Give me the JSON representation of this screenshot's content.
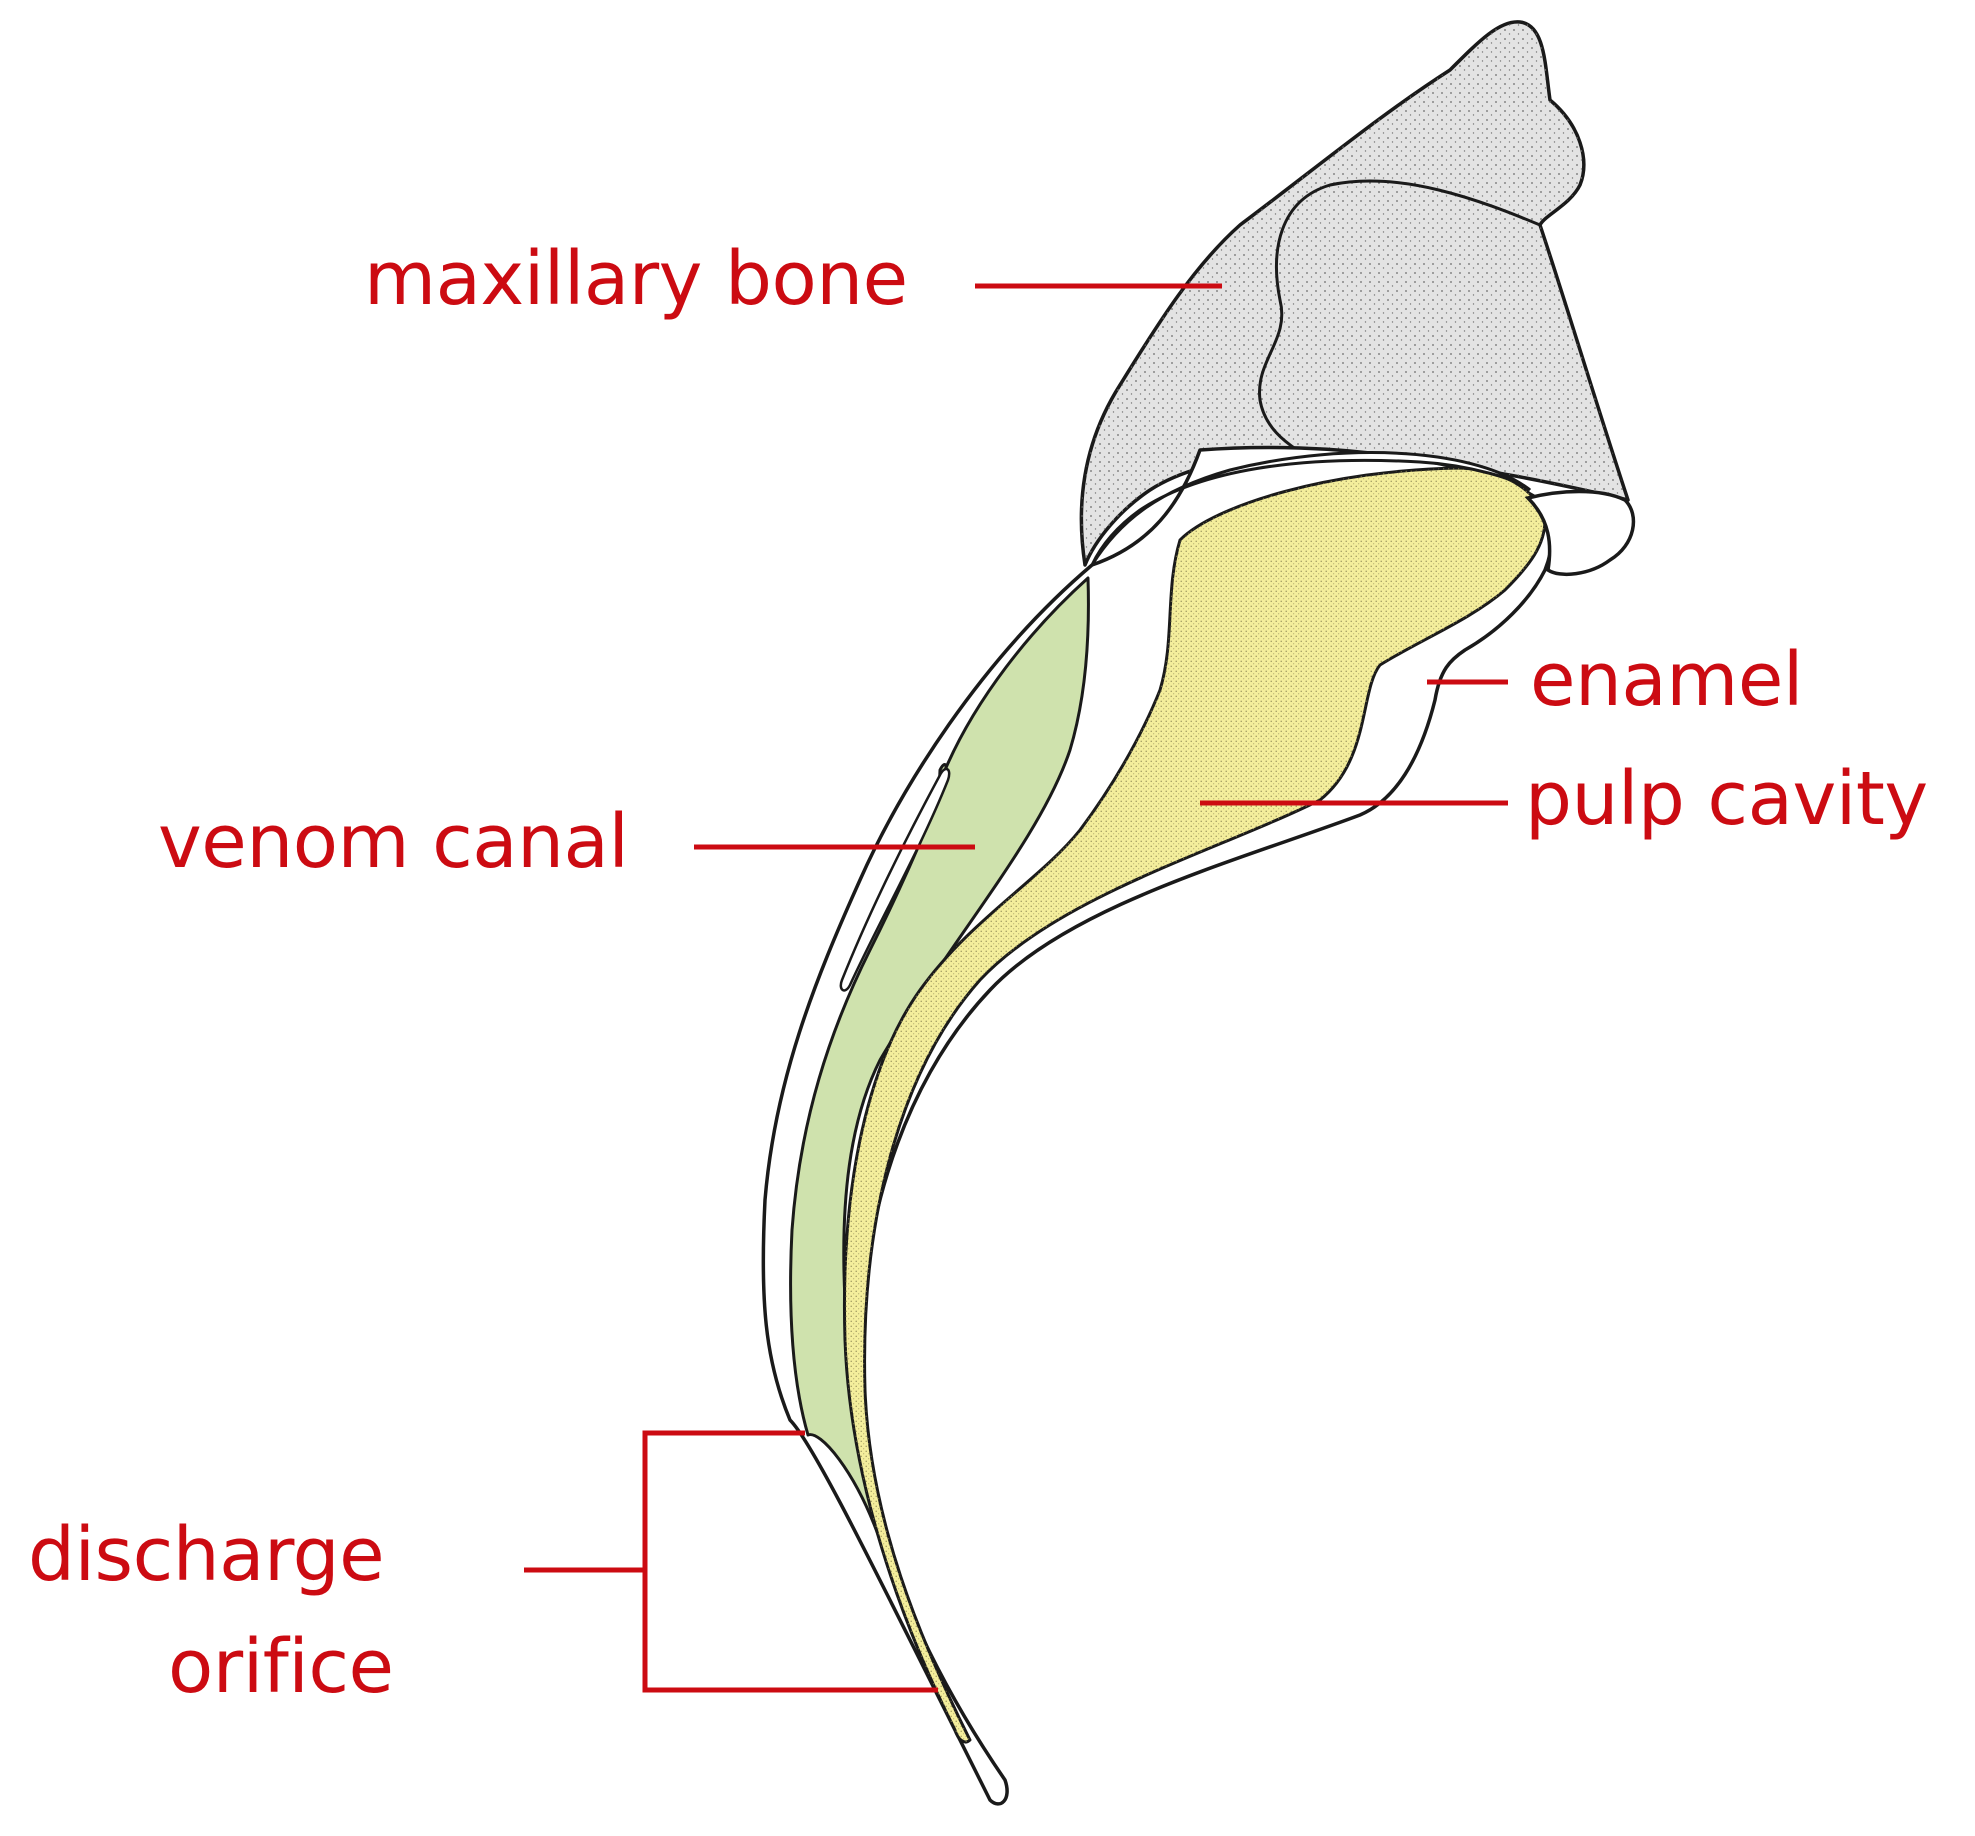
{
  "colors": {
    "label": "#cc0b12",
    "outline": "#1a1a1a",
    "bone_fill": "#e3e3e3",
    "pulp_fill": "#f4ee9c",
    "canal_fill": "#cfe2ad",
    "enamel_fill": "#ffffff"
  },
  "labels": {
    "maxillary_bone": "maxillary bone",
    "enamel": "enamel",
    "pulp_cavity": "pulp cavity",
    "venom_canal": "venom canal",
    "discharge_line1": "discharge",
    "discharge_line2": "orifice"
  }
}
